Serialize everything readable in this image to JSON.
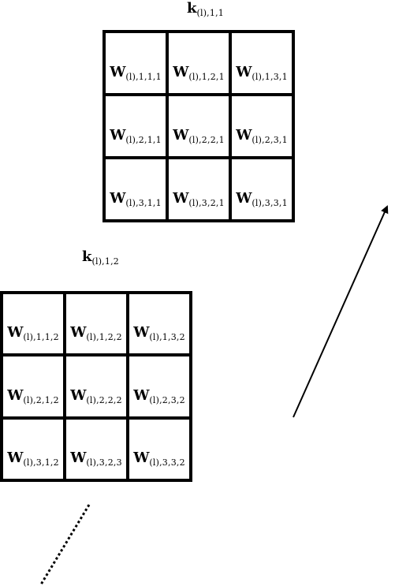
{
  "kernels": [
    {
      "title_main": "k",
      "title_sub": "(l),1,1",
      "cells": [
        [
          "(l),1,1,1",
          "(l),1,2,1",
          "(l),1,3,1"
        ],
        [
          "(l),2,1,1",
          "(l),2,2,1",
          "(l),2,3,1"
        ],
        [
          "(l),3,1,1",
          "(l),3,2,1",
          "(l),3,3,1"
        ]
      ]
    },
    {
      "title_main": "k",
      "title_sub": "(l),1,2",
      "cells": [
        [
          "(l),1,1,2",
          "(l),1,2,2",
          "(l),1,3,2"
        ],
        [
          "(l),2,1,2",
          "(l),2,2,2",
          "(l),2,3,2"
        ],
        [
          "(l),3,1,2",
          "(l),3,2,3",
          "(l),3,3,2"
        ]
      ]
    }
  ],
  "cell_symbol": "W"
}
